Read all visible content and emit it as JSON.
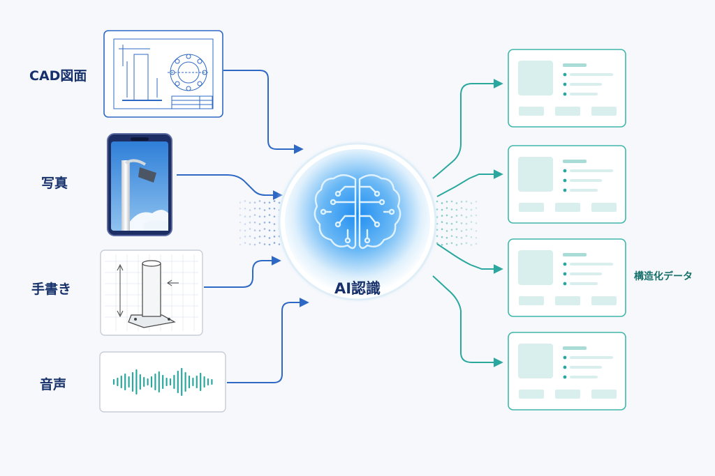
{
  "inputs": [
    {
      "label": "CAD図面",
      "icon": "cad-drawing-icon"
    },
    {
      "label": "写真",
      "icon": "photo-streetlight-icon"
    },
    {
      "label": "手書き",
      "icon": "handwritten-sketch-icon"
    },
    {
      "label": "音声",
      "icon": "audio-waveform-icon"
    }
  ],
  "center": {
    "label": "AI認識",
    "icon": "brain-circuit-icon"
  },
  "output": {
    "label": "構造化データ",
    "card_count": 4,
    "icon": "structured-data-card-icon"
  },
  "colors": {
    "input_line": "#2d68c4",
    "output_line": "#2aa79e",
    "label_text": "#15306b",
    "output_text": "#16706a",
    "card_border": "#3fb6ab",
    "card_fill": "#d9efee",
    "brain_glow": "#3f9ff0"
  }
}
